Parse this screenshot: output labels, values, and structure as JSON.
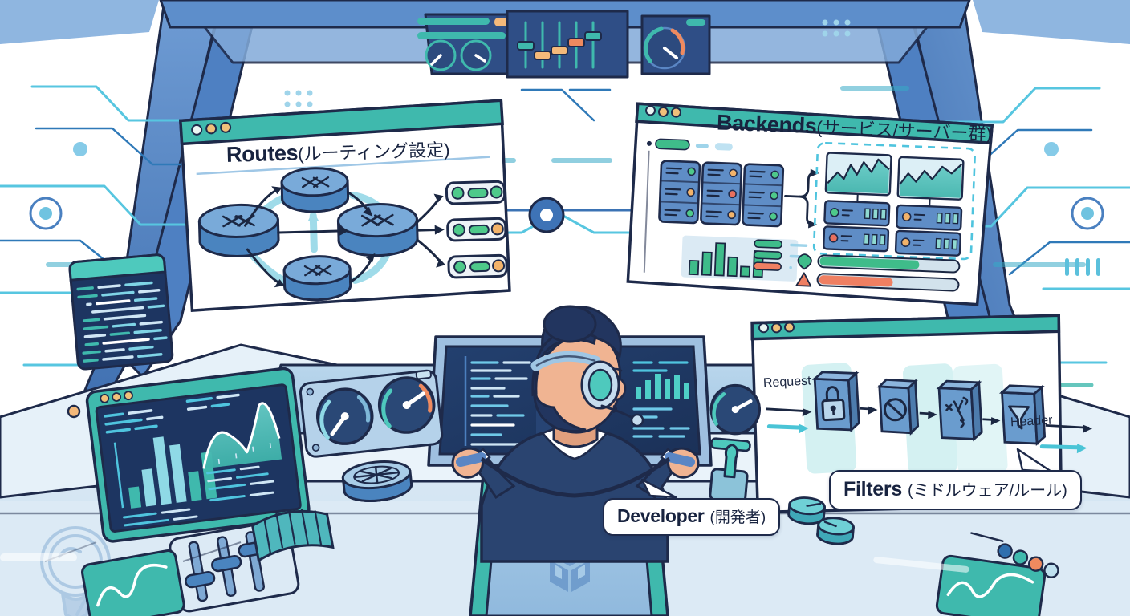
{
  "scene": {
    "kind": "illustration",
    "subject": "airplane-cockpit-api-gateway-metaphor",
    "background": "#ffffff"
  },
  "palette": {
    "ink": "#18233f",
    "navy": "#1e3566",
    "frame_blue": "#4a7cc0",
    "frame_blue_dark": "#35629f",
    "panel_light": "#cfe2f2",
    "panel_pale": "#e4eff8",
    "teal": "#3fb9ad",
    "teal_dark": "#2a9d94",
    "green": "#3fbc8a",
    "orange": "#ef8a5f",
    "orange_light": "#f4b97a",
    "screen_dark": "#1d3561",
    "cyan_line": "#4fc4de",
    "steel": "#5a86c4",
    "skin": "#f0b492"
  },
  "labels": {
    "routes": {
      "en": "Routes",
      "jp": "(ルーティング設定)"
    },
    "backends": {
      "en": "Backends",
      "jp": "(サービス/サーバー群)"
    },
    "filters": {
      "en": "Filters",
      "jp": "(ミドルウェア/ルール)"
    },
    "developer": {
      "en": "Developer",
      "jp": "(開発者)"
    }
  },
  "flow_text": {
    "request": "Request",
    "header": "Header"
  },
  "panels": {
    "routes": {
      "title_en": "Routes",
      "title_jp": "(ルーティング設定)",
      "titlebar_color": "#3fb9ad",
      "dots": [
        "#e8f4f1",
        "#f0c07a",
        "#f0c07a"
      ],
      "routers": 4,
      "endpoints": [
        {
          "left_led": "#4ec98a",
          "right_led": "#4ec98a"
        },
        {
          "left_led": "#4ec98a",
          "right_led": "#f2b36a"
        },
        {
          "left_led": "#4ec98a",
          "right_led": "#f2b36a"
        }
      ],
      "arrow_dark": "#1b2742",
      "arrow_light": "#8fd6e6"
    },
    "backends": {
      "title_en": "Backends",
      "title_jp": "(サービス/サーバー群)",
      "titlebar_color": "#3fb9ad",
      "dots": [
        "#e8f4f1",
        "#f0c07a",
        "#f0c07a"
      ],
      "racks": 3,
      "rack_rows": 3,
      "rack_leds": [
        [
          "#4ec98a",
          "#f2b36a",
          "#4ec98a"
        ],
        [
          "#f2b36a",
          "#e8705e",
          "#f2b36a"
        ],
        [
          "#4ec98a",
          "#4ec98a",
          "#4ec98a"
        ]
      ],
      "cluster_dashed_border": "#4fc4de",
      "sparkline_cards": 2,
      "server_rows": 4,
      "server_leds": [
        "#4ec98a",
        "#f2b36a",
        "#e8705e",
        "#f2b36a"
      ],
      "bar_chart": {
        "values": [
          38,
          62,
          100,
          50,
          30,
          72
        ],
        "bar_color": "#3fbc8a",
        "panel_bg": "#dbeaf4"
      },
      "legend_colors": [
        "#3fbc8a",
        "#3fbc8a",
        "#ef7f62"
      ],
      "health_bars": [
        {
          "icon": "heart",
          "icon_color": "#3fbc8a",
          "fill_color": "#3fbc8a",
          "percent": 72
        },
        {
          "icon": "warning-triangle",
          "icon_color": "#ef7f62",
          "fill_color": "#ef7f62",
          "percent": 53
        }
      ]
    },
    "filters": {
      "title_en": "Filters",
      "title_jp": "(ミドルウェア/ルール)",
      "titlebar_color": "#3fb9ad",
      "dots": [
        "#e8f4f1",
        "#f0c07a",
        "#f0c07a"
      ],
      "stages": [
        {
          "icon": "lock-icon",
          "name": "auth"
        },
        {
          "icon": "block-icon",
          "name": "deny"
        },
        {
          "icon": "transform-icon",
          "name": "rewrite"
        },
        {
          "icon": "funnel-icon",
          "name": "filter"
        }
      ],
      "input_label": "Request",
      "output_label": "Header",
      "highlight_bg": "#cdeef0"
    },
    "left_code_monitor": {
      "titlebar_color": "#3fb9ad",
      "screen_color": "#1d3561",
      "code_lines": 11
    },
    "left_dashboard": {
      "titlebar_color": "#3fb9ad",
      "dots": [
        "#f0c07a",
        "#f0c07a",
        "#f0c07a"
      ],
      "screen_color": "#1d3561",
      "bar_values": [
        34,
        56,
        96,
        74,
        48,
        62
      ],
      "bar_color": "#6fd3cf",
      "area_color": "#54c4bd",
      "text_rows": 8
    },
    "center_monitor": {
      "screen_color": "#1d3561",
      "code_lines": 9,
      "mini_bars": [
        30,
        46,
        70,
        52,
        62,
        40
      ]
    }
  },
  "cockpit": {
    "overhead": {
      "left_module": {
        "knobs": 2,
        "led_bars": [
          "#3fb9ad",
          "#3fb9ad",
          "#f4b97a"
        ]
      },
      "center_module": {
        "sliders": 5,
        "slider_handles": [
          "#3fb9ad",
          "#f4b97a",
          "#f4b97a",
          "#ef8a5f",
          "#3fb9ad"
        ]
      },
      "right_module": {
        "gauge": "circular-gauge",
        "gauge_arc_color": "#3fb9ad",
        "gauge_warn_color": "#ef8a5f"
      }
    },
    "console": {
      "gauges": 2,
      "throttle_levers": 3,
      "indicator_dots": [
        "#2f6fae",
        "#3fb9ad",
        "#ef8a5f",
        "#bfe0ef"
      ],
      "joystick": "joystick-icon",
      "knobs": 3,
      "seat_logo": "cube-logo-icon",
      "corner_watermark": "balloon-emblem-icon"
    }
  },
  "person": {
    "name": "developer-pilot",
    "wearing": "headset-icon",
    "hair_color": "#22355f",
    "suit_color": "#2a4470",
    "skin_color": "#f0b492"
  }
}
